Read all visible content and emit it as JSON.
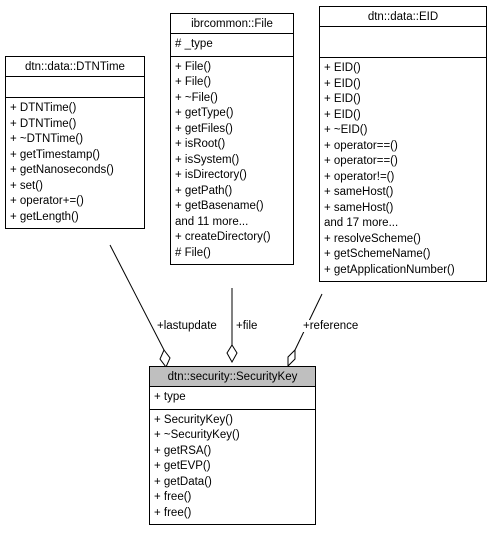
{
  "classes": {
    "dtntime": {
      "title": "dtn::data::DTNTime",
      "attributes": [],
      "methods": [
        "+ DTNTime()",
        "+ DTNTime()",
        "+ ~DTNTime()",
        "+ getTimestamp()",
        "+ getNanoseconds()",
        "+ set()",
        "+ operator+=()",
        "+ getLength()"
      ]
    },
    "file": {
      "title": "ibrcommon::File",
      "attributes": [
        "# _type"
      ],
      "methods": [
        "+ File()",
        "+ File()",
        "+ ~File()",
        "+ getType()",
        "+ getFiles()",
        "+ isRoot()",
        "+ isSystem()",
        "+ isDirectory()",
        "+ getPath()",
        "+ getBasename()",
        "and 11 more...",
        "+ createDirectory()",
        "# File()"
      ]
    },
    "eid": {
      "title": "dtn::data::EID",
      "attributes": [],
      "methods": [
        "+ EID()",
        "+ EID()",
        "+ EID()",
        "+ EID()",
        "+ ~EID()",
        "+ operator==()",
        "+ operator==()",
        "+ operator!=()",
        "+ sameHost()",
        "+ sameHost()",
        "and 17 more...",
        "+ resolveScheme()",
        "+ getSchemeName()",
        "+ getApplicationNumber()"
      ]
    },
    "securitykey": {
      "title": "dtn::security::SecurityKey",
      "attributes": [
        "+ type"
      ],
      "methods": [
        "+ SecurityKey()",
        "+ ~SecurityKey()",
        "+ getRSA()",
        "+ getEVP()",
        "+ getData()",
        "+ free()",
        "+ free()"
      ]
    }
  },
  "relations": {
    "lastupdate": "+lastupdate",
    "file": "+file",
    "reference": "+reference"
  }
}
